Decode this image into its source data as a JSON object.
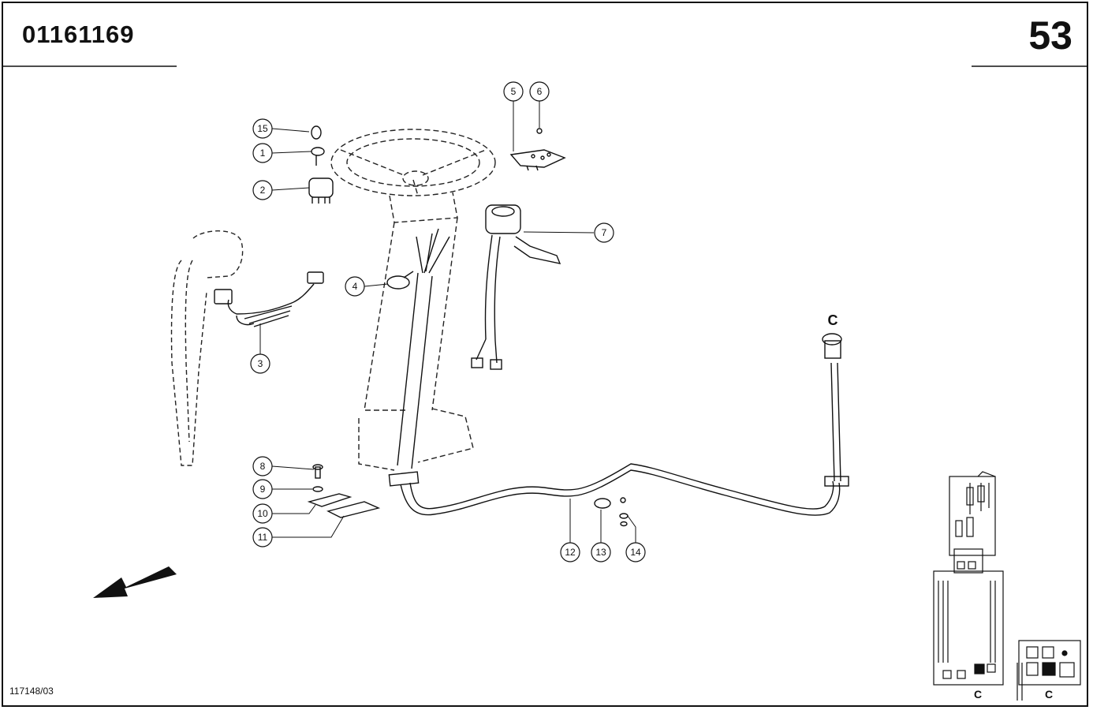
{
  "header": {
    "part_number": "01161169",
    "page_number": "53"
  },
  "footer": {
    "drawing_code": "117148/03"
  },
  "callouts": [
    "15",
    "1",
    "2",
    "3",
    "4",
    "5",
    "6",
    "7",
    "8",
    "9",
    "10",
    "11",
    "12",
    "13",
    "14"
  ],
  "connector_label": "C",
  "inset_labels": [
    "C",
    "C"
  ],
  "colors": {
    "ink": "#111111",
    "paper": "#ffffff",
    "dashed": "#333333"
  },
  "icons": {
    "direction": "arrow-down-left-icon"
  }
}
